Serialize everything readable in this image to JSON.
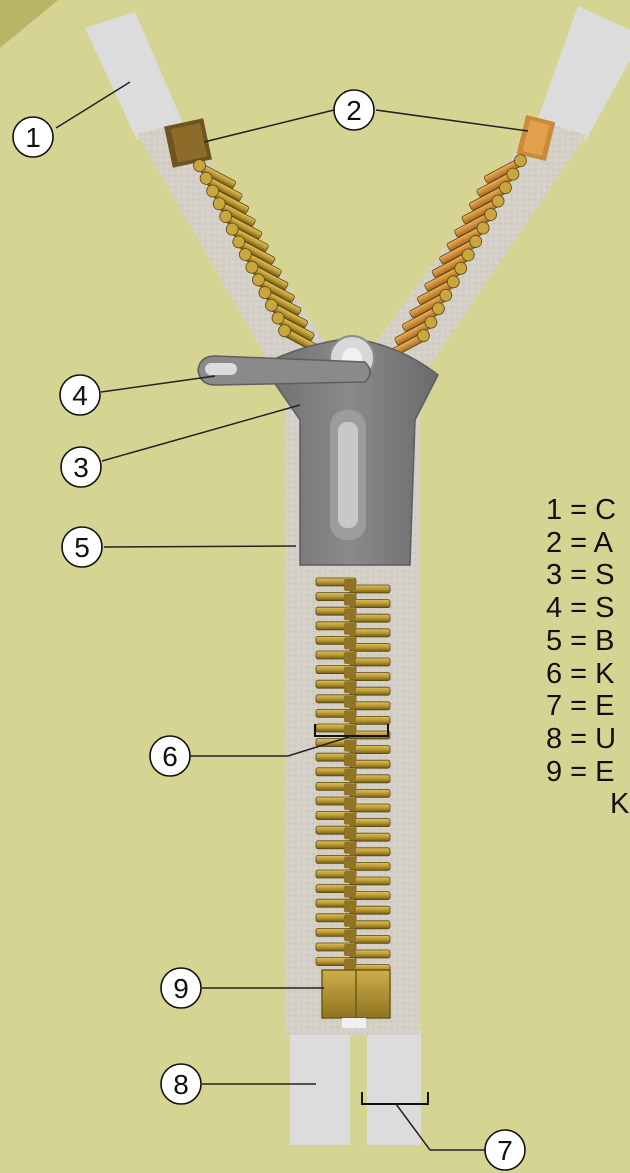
{
  "callouts": [
    {
      "number": "1"
    },
    {
      "number": "2"
    },
    {
      "number": "3"
    },
    {
      "number": "4"
    },
    {
      "number": "5"
    },
    {
      "number": "6"
    },
    {
      "number": "7"
    },
    {
      "number": "8"
    },
    {
      "number": "9"
    }
  ],
  "legend": {
    "lines": [
      "1 = C",
      "2 = A",
      "3 = S",
      "4 = S",
      "5 = B",
      "6 = K",
      "7 = E",
      "8 = U",
      "9 = E"
    ],
    "continuation": "K"
  },
  "colors": {
    "background": "#d6d493",
    "tape": "#d3cfc7",
    "tape_end": "#dcdcdc",
    "teeth": "#a88a2d",
    "slider": "#7f7f7f"
  }
}
